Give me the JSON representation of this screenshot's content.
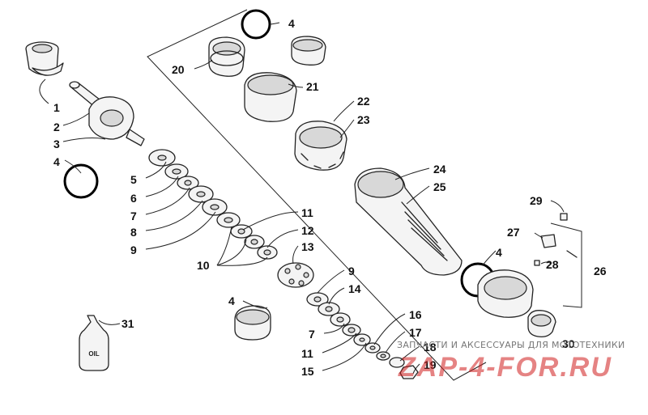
{
  "diagram": {
    "callouts": [
      {
        "id": "c1",
        "label": "1"
      },
      {
        "id": "c2",
        "label": "2"
      },
      {
        "id": "c3",
        "label": "3"
      },
      {
        "id": "c4a",
        "label": "4"
      },
      {
        "id": "c4b",
        "label": "4"
      },
      {
        "id": "c4c",
        "label": "4"
      },
      {
        "id": "c4d",
        "label": "4"
      },
      {
        "id": "c5",
        "label": "5"
      },
      {
        "id": "c6",
        "label": "6"
      },
      {
        "id": "c7a",
        "label": "7"
      },
      {
        "id": "c7b",
        "label": "7"
      },
      {
        "id": "c8",
        "label": "8"
      },
      {
        "id": "c9a",
        "label": "9"
      },
      {
        "id": "c9b",
        "label": "9"
      },
      {
        "id": "c10",
        "label": "10"
      },
      {
        "id": "c11a",
        "label": "11"
      },
      {
        "id": "c11b",
        "label": "11"
      },
      {
        "id": "c12",
        "label": "12"
      },
      {
        "id": "c13",
        "label": "13"
      },
      {
        "id": "c14",
        "label": "14"
      },
      {
        "id": "c15",
        "label": "15"
      },
      {
        "id": "c16",
        "label": "16"
      },
      {
        "id": "c17",
        "label": "17"
      },
      {
        "id": "c18",
        "label": "18"
      },
      {
        "id": "c19",
        "label": "19"
      },
      {
        "id": "c20",
        "label": "20"
      },
      {
        "id": "c21",
        "label": "21"
      },
      {
        "id": "c22",
        "label": "22"
      },
      {
        "id": "c23",
        "label": "23"
      },
      {
        "id": "c24",
        "label": "24"
      },
      {
        "id": "c25",
        "label": "25"
      },
      {
        "id": "c26",
        "label": "26"
      },
      {
        "id": "c27",
        "label": "27"
      },
      {
        "id": "c28",
        "label": "28"
      },
      {
        "id": "c29",
        "label": "29"
      },
      {
        "id": "c30",
        "label": "30"
      },
      {
        "id": "c31",
        "label": "31"
      }
    ],
    "oil_bottle_label": "OIL"
  },
  "watermark": {
    "tagline": "ЗАПЧАСТИ И АКСЕССУАРЫ ДЛЯ МОТОТЕХНИКИ",
    "brand": "ZAP-4-FOR.RU"
  },
  "colors": {
    "line": "#222222",
    "watermark_red": "#d01e1e",
    "background": "#ffffff"
  }
}
